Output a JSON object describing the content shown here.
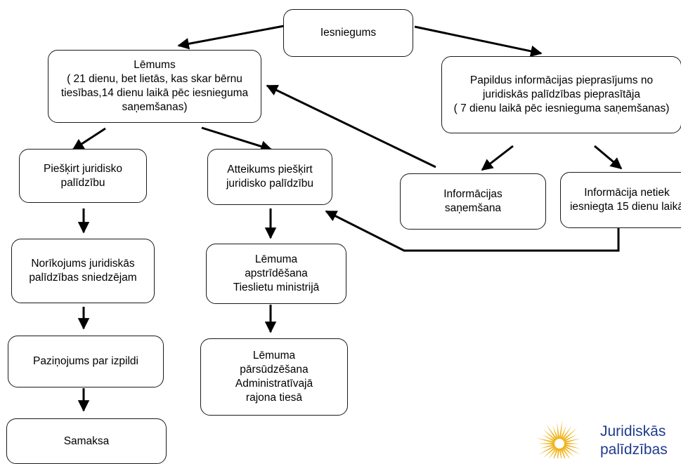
{
  "nodes": {
    "iesniegums": "Iesniegums",
    "lemums": "Lēmums\n( 21 dienu, bet lietās, kas skar bērnu tiesības,14 dienu laikā pēc iesnieguma saņemšanas)",
    "papildus": "Papildus informācijas pieprasījums no juridiskās palīdzības pieprasītāja\n( 7 dienu laikā pēc iesnieguma saņemšanas)",
    "pieskirt": "Piešķirt juridisko palīdzību",
    "atteikums": "Atteikums piešķirt juridisko palīdzību",
    "info_sanemsana": "Informācijas saņemšana",
    "info_netiek": "Informācija netiek iesniegta 15 dienu laikā",
    "norikojums": "Norīkojums juridiskās palīdzības sniedzējam",
    "apstridesana": "Lēmuma\napstrīdēšana\nTieslietu ministrijā",
    "pazinojums": "Paziņojums par izpildi",
    "parsudzesana": "Lēmuma\npārsūdzēšana\nAdministratīvajā\nrajona tiesā",
    "samaksa": "Samaksa"
  },
  "logo": {
    "text": "Juridiskās\npalīdzības",
    "text_color": "#1f3c8c",
    "sun_color": "#f0b41e",
    "icon": "sun-icon"
  }
}
